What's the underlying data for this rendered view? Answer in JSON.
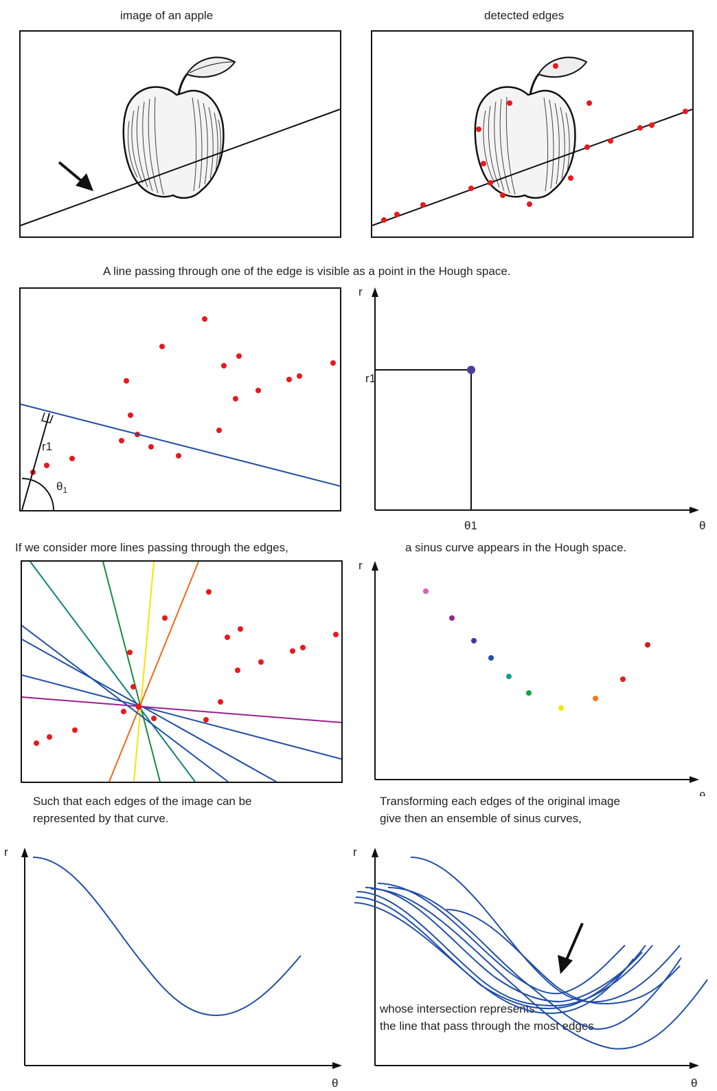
{
  "captions": {
    "top_left": "image of an apple",
    "top_right": "detected edges",
    "row2": "A line passing through one of the edge is visible as a point in the Hough space.",
    "row3_left": "If we consider more lines passing through the edges,",
    "row3_right": "a sinus curve appears in the Hough space.",
    "row4_left_1": "Such that each edges of the image can be",
    "row4_left_2": "represented by that curve.",
    "row4_right_1": "Transforming each edges of the original image",
    "row4_right_2": "give then an ensemble of sinus curves,",
    "bottom_right_1": "whose intersection represents",
    "bottom_right_2": "the line that pass through the most edges."
  },
  "axes": {
    "r": "r",
    "theta": "θ",
    "r1": "r1",
    "theta1": "θ1",
    "theta_sub": "θ",
    "theta_sub_index": "1"
  },
  "colors": {
    "edge_point": "#e8191c",
    "hough_line": "#1f4ea8",
    "hough_point": "#4b3f9e",
    "ink": "#111111",
    "sweep_lines": [
      "#0f7f7a",
      "#178a3e",
      "#f2e600",
      "#f06a14",
      "#1f4ea8",
      "#1f4ea8",
      "#4b3fa8",
      "#9c1e8e"
    ],
    "sinus_points": [
      "#d760b8",
      "#8b2a8e",
      "#3f3aa0",
      "#1f4ea8",
      "#11a08c",
      "#1aa04a",
      "#f2e600",
      "#f07820",
      "#e8191c",
      "#d01a1a"
    ]
  },
  "icons": [
    "apple-illustration",
    "arrow-pointer-icon",
    "right-angle-marker"
  ]
}
